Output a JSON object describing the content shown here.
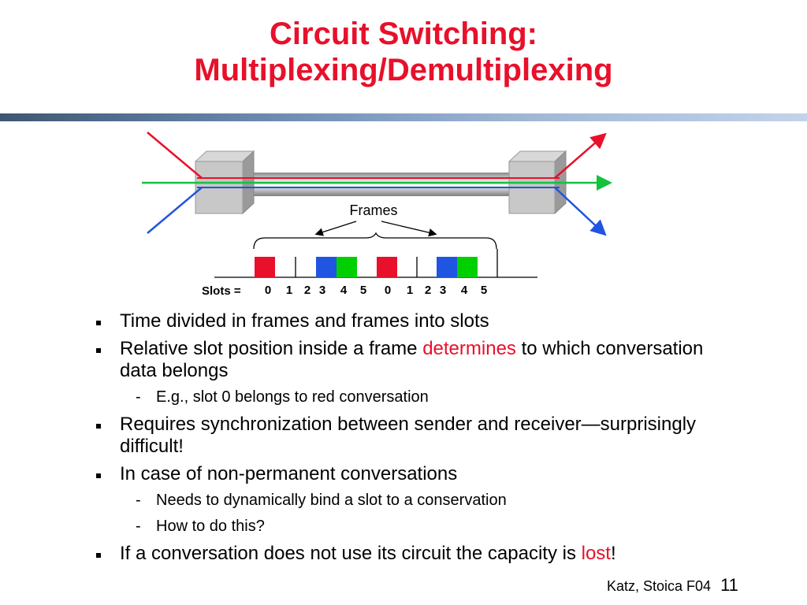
{
  "slide": {
    "title_line1": "Circuit Switching:",
    "title_line2": "Multiplexing/Demultiplexing",
    "diagram": {
      "frames_label": "Frames",
      "slots_label": "Slots =",
      "slot_numbers": [
        "0",
        "1",
        "2",
        "3",
        "4",
        "5",
        "0",
        "1",
        "2",
        "3",
        "4",
        "5"
      ],
      "colors": {
        "red": "#e8102a",
        "green": "#15c23c",
        "blue": "#1f55e0",
        "slot_green": "#00e000"
      }
    },
    "bullets": [
      {
        "text": "Time divided in frames and frames into slots"
      },
      {
        "pre": "Relative slot position inside a frame ",
        "highlight": "determines",
        "post": " to which conversation data belongs",
        "sub": [
          "E.g., slot 0 belongs to red conversation"
        ]
      },
      {
        "text": "Requires synchronization between sender and receiver—surprisingly difficult!"
      },
      {
        "text": "In case of non-permanent conversations",
        "sub": [
          "Needs to dynamically bind a slot to a conservation",
          "How to do this?"
        ]
      },
      {
        "pre": "If a conversation does not use its circuit the capacity is ",
        "highlight": "lost",
        "post": "!"
      }
    ],
    "footer": {
      "author": "Katz, Stoica F04",
      "page": "11"
    }
  }
}
